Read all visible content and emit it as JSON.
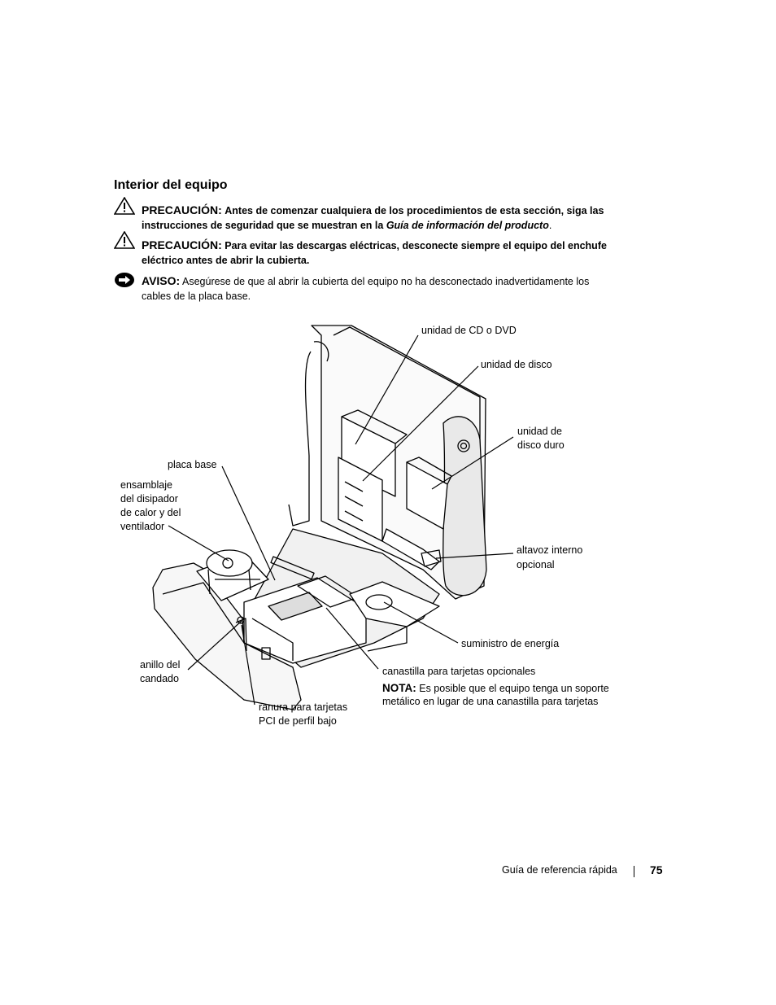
{
  "section_title": "Interior del equipo",
  "notices": [
    {
      "type": "caution",
      "icon": "warning-triangle-icon",
      "label": "PRECAUCIÓN:",
      "text_before": "Antes de comenzar cualquiera de los procedimientos de esta sección, siga las instrucciones de seguridad que se muestran en la",
      "italic": "Guía de información del producto",
      "text_after": "."
    },
    {
      "type": "caution",
      "icon": "warning-triangle-icon",
      "label": "PRECAUCIÓN:",
      "text": "Para evitar las descargas eléctricas, desconecte siempre el equipo del enchufe eléctrico antes de abrir la cubierta."
    },
    {
      "type": "notice",
      "icon": "notice-arrow-icon",
      "label": "AVISO:",
      "text": "Asegúrese de que al abrir la cubierta del equipo no ha desconectado inadvertidamente los cables de la placa base."
    }
  ],
  "figure": {
    "callouts": {
      "cd_dvd": "unidad de CD o DVD",
      "floppy": "unidad de disco",
      "hdd_line1": "unidad de",
      "hdd_line2": "disco duro",
      "motherboard": "placa base",
      "heatsink_line1": "ensamblaje",
      "heatsink_line2": "del disipador",
      "heatsink_line3": "de calor y del",
      "heatsink_line4": "ventilador",
      "speaker_line1": "altavoz interno",
      "speaker_line2": "opcional",
      "power_supply": "suministro de energía",
      "padlock_line1": "anillo del",
      "padlock_line2": "candado",
      "card_cage": "canastilla para tarjetas opcionales",
      "note_label": "NOTA:",
      "note_line1": "Es posible que el equipo tenga un soporte",
      "note_line2": "metálico en lugar de una canastilla para tarjetas",
      "pci_line1": "ranura para tarjetas",
      "pci_line2": "PCI de perfil bajo"
    }
  },
  "footer": {
    "guide_name": "Guía de referencia rápida",
    "page_number": "75"
  }
}
